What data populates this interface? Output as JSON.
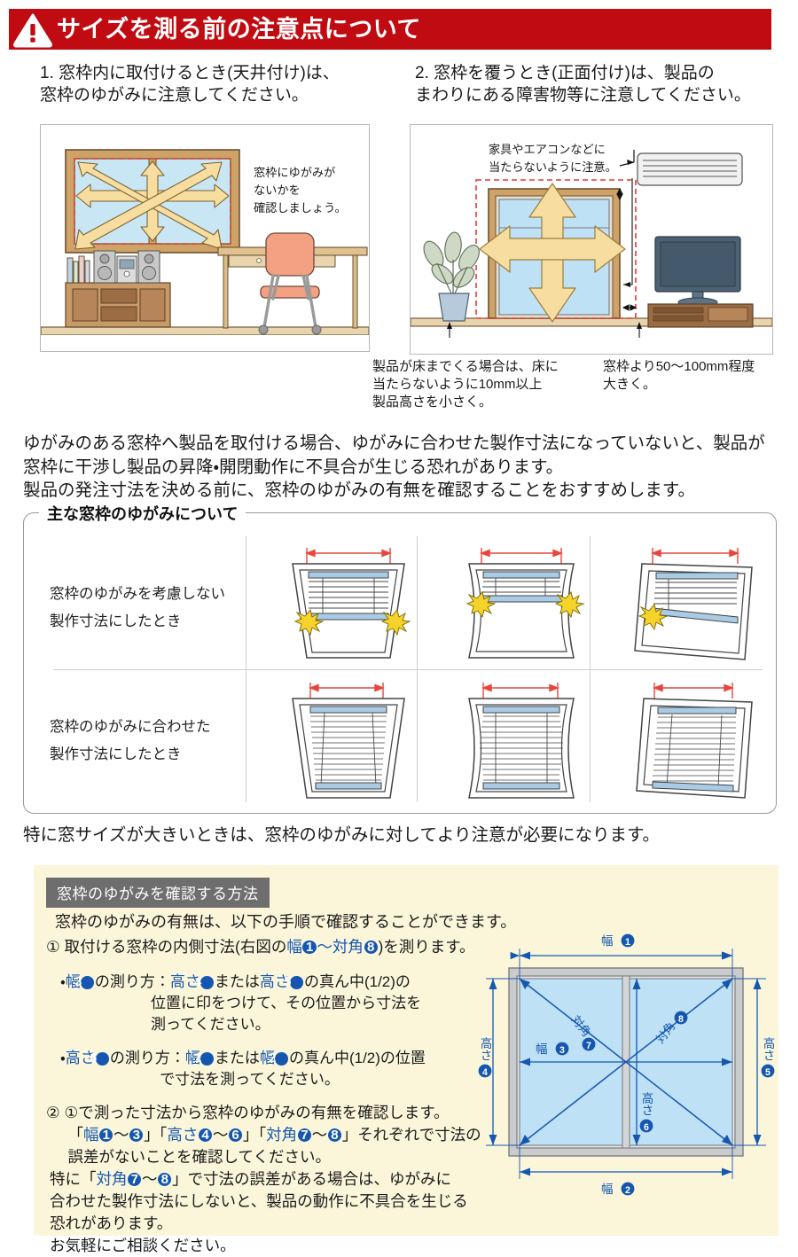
{
  "header": {
    "title": "サイズを測る前の注意点について",
    "icon": "warning-triangle-icon",
    "bg_color": "#c10b12"
  },
  "notes": [
    {
      "number": "1.",
      "text": "1. 窓枠内に取付けるとき(天井付け)は、\n    窓枠のゆがみに注意してください。",
      "illustration_caption": "窓枠にゆがみが\nないかを\n確認しましょう。"
    },
    {
      "number": "2.",
      "text": "2. 窓枠を覆うとき(正面付け)は、製品の\n    まわりにある障害物等に注意してください。",
      "illustration_caption": "家具やエアコンなどに\n当たらないように注意。"
    }
  ],
  "leader_captions": {
    "floor": "製品が床までくる場合は、床に\n当たらないように10mm以上\n製品高さを小さく。",
    "overlap": "窓枠より50〜100mm程度\n大きく。"
  },
  "body_paragraph": "ゆがみのある窓枠へ製品を取付ける場合、ゆがみに合わせた製作寸法になっていないと、製品が\n窓枠に干渉し製品の昇降・開閉動作に不具合が生じる恐れがあります。\n製品の発注寸法を決める前に、窓枠のゆがみの有無を確認することをおすすめします。",
  "table": {
    "legend": "主な窓枠のゆがみについて",
    "rows": [
      {
        "label": "窓枠のゆがみを考慮しない\n製作寸法にしたとき",
        "fits": false
      },
      {
        "label": "窓枠のゆがみに合わせた\n製作寸法にしたとき",
        "fits": true
      }
    ],
    "distortion_types": [
      "trapezoid",
      "hourglass",
      "skew"
    ]
  },
  "sub_note": "特に窓サイズが大きいときは、窓枠のゆがみに対してより注意が必要になります。",
  "panel": {
    "badge": "窓枠のゆがみを確認する方法",
    "lead": "窓枠のゆがみの有無は、以下の手順で確認することができます。",
    "step1_pre": "① 取付ける窓枠の内側寸法(右図の",
    "step1_w1": "幅",
    "step1_n1": "1",
    "step1_mid": "〜",
    "step1_d8": "対角",
    "step1_n8": "8",
    "step1_post": ")を測ります。",
    "bullet1": {
      "label_pre": "・",
      "label_term": "幅",
      "label_num": "3",
      "label_post": "の測り方",
      "colon": "：",
      "v1": "高さ",
      "n1": "4",
      "mid": "または",
      "v2": "高さ",
      "n2": "5",
      "tail": "の真ん中(1/2)の",
      "line2": "位置に印をつけて、その位置から寸法を",
      "line3": "測ってください。"
    },
    "bullet2": {
      "label_pre": "・",
      "label_term": "高さ",
      "label_num": "6",
      "label_post": "の測り方",
      "colon": "：",
      "v1": "幅",
      "n1": "1",
      "mid": "または",
      "v2": "幅",
      "n2": "2",
      "tail": "の真ん中(1/2)の位置",
      "line2": "で寸法を測ってください。"
    },
    "step2": {
      "l1": "② ①で測った寸法から窓枠のゆがみの有無を確認します。",
      "q1a": "幅",
      "q1n1": "1",
      "q1n2": "3",
      "q2a": "高さ",
      "q2n1": "4",
      "q2n2": "6",
      "q3a": "対角",
      "q3n1": "7",
      "q3n2": "8",
      "l2_tail": "それぞれで寸法の",
      "l3": "誤差がないことを確認してください。"
    },
    "final": {
      "pre": "特に「",
      "term": "対角",
      "n1": "7",
      "mid": "〜",
      "n2": "8",
      "post": "」で寸法の誤差がある場合は、ゆがみに",
      "l2": "合わせた製作寸法にしないと、製品の動作に不具合を生じる",
      "l3": "恐れがあります。",
      "l4": "お気軽にご相談ください。"
    }
  },
  "diagram": {
    "labels": {
      "width_top": "幅",
      "width_top_n": "1",
      "width_bottom": "幅",
      "width_bottom_n": "2",
      "width_mid": "幅",
      "width_mid_n": "3",
      "height_left": "高さ",
      "height_left_n": "4",
      "height_right": "高さ",
      "height_right_n": "5",
      "height_mid": "高さ",
      "height_mid_n": "6",
      "diag_left": "対角",
      "diag_left_n": "7",
      "diag_right": "対角",
      "diag_right_n": "8"
    },
    "accent_color": "#1557b0",
    "glass_color": "#bfe1f5"
  }
}
